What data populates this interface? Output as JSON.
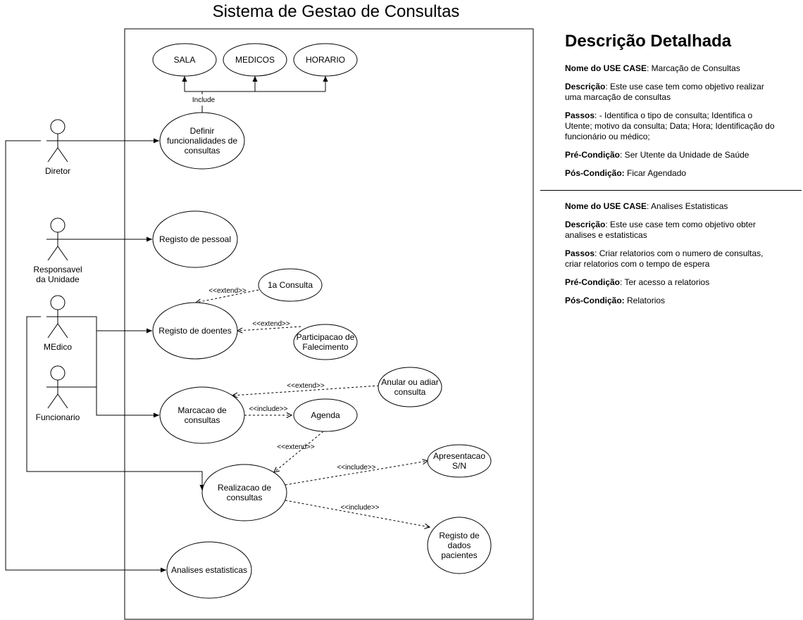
{
  "title": "Sistema de Gestao de Consultas",
  "actors": [
    {
      "id": "diretor",
      "lines": [
        "Diretor"
      ]
    },
    {
      "id": "responsavel",
      "lines": [
        "Responsavel",
        "da Unidade"
      ]
    },
    {
      "id": "medico",
      "lines": [
        "MEdico"
      ]
    },
    {
      "id": "funcionario",
      "lines": [
        "Funcionario"
      ]
    }
  ],
  "use_cases": [
    {
      "id": "sala",
      "lines": [
        "SALA"
      ]
    },
    {
      "id": "medicos",
      "lines": [
        "MEDICOS"
      ]
    },
    {
      "id": "horario",
      "lines": [
        "HORARIO"
      ]
    },
    {
      "id": "definir",
      "lines": [
        "Definir",
        "funcionalidades de",
        "consultas"
      ]
    },
    {
      "id": "registo-pessoal",
      "lines": [
        "Registo de pessoal"
      ]
    },
    {
      "id": "primeira-consulta",
      "lines": [
        "1a Consulta"
      ]
    },
    {
      "id": "registo-doentes",
      "lines": [
        "Registo de doentes"
      ]
    },
    {
      "id": "falecimento",
      "lines": [
        "Participacao de",
        "Falecimento"
      ]
    },
    {
      "id": "anular",
      "lines": [
        "Anular ou adiar",
        "consulta"
      ]
    },
    {
      "id": "marcacao",
      "lines": [
        "Marcacao de",
        "consultas"
      ]
    },
    {
      "id": "agenda",
      "lines": [
        "Agenda"
      ]
    },
    {
      "id": "apresentacao",
      "lines": [
        "Apresentacao",
        "S/N"
      ]
    },
    {
      "id": "realizacao",
      "lines": [
        "Realizacao de",
        "consultas"
      ]
    },
    {
      "id": "registo-dados",
      "lines": [
        "Registo de",
        "dados",
        "pacientes"
      ]
    },
    {
      "id": "analises",
      "lines": [
        "Analises estatisticas"
      ]
    }
  ],
  "relation_labels": {
    "include_plain": "Include",
    "extend_primeira": "<<extend>>",
    "extend_falecimento": "<<extend>>",
    "extend_anular": "<<extend>>",
    "include_agenda": "<<include>>",
    "extend_agenda": "<<extend>>",
    "include_apresentacao": "<<include>>",
    "include_registo_dados": "<<include>>"
  },
  "description": {
    "heading": "Descrição Detalhada",
    "uc1": {
      "name_label": "Nome do USE CASE",
      "name_value": ": Marcação de Consultas",
      "desc_label": "Descrição",
      "desc_value": ": Este use case tem como objetivo realizar uma marcação de consultas",
      "steps_label": "Passos",
      "steps_value": ": - Identifica o tipo de consulta; Identifica o Utente; motivo da consulta; Data; Hora; Identificação do funcionário ou médico;",
      "pre_label": "Pré-Condição",
      "pre_value": ": Ser Utente da Unidade de Saúde",
      "post_label": "Pós-Condição:",
      "post_value": " Ficar Agendado"
    },
    "uc2": {
      "name_label": "Nome do USE CASE",
      "name_value": ": Analises Estatisticas",
      "desc_label": "Descrição",
      "desc_value": ": Este use case tem como objetivo obter analises e estatisticas",
      "steps_label": "Passos",
      "steps_value": ": Criar relatorios com o numero de consultas, criar relatorios com o tempo de espera",
      "pre_label": "Pré-Condição",
      "pre_value": ": Ter acesso a relatorios",
      "post_label": "Pós-Condição:",
      "post_value": " Relatorios"
    }
  }
}
